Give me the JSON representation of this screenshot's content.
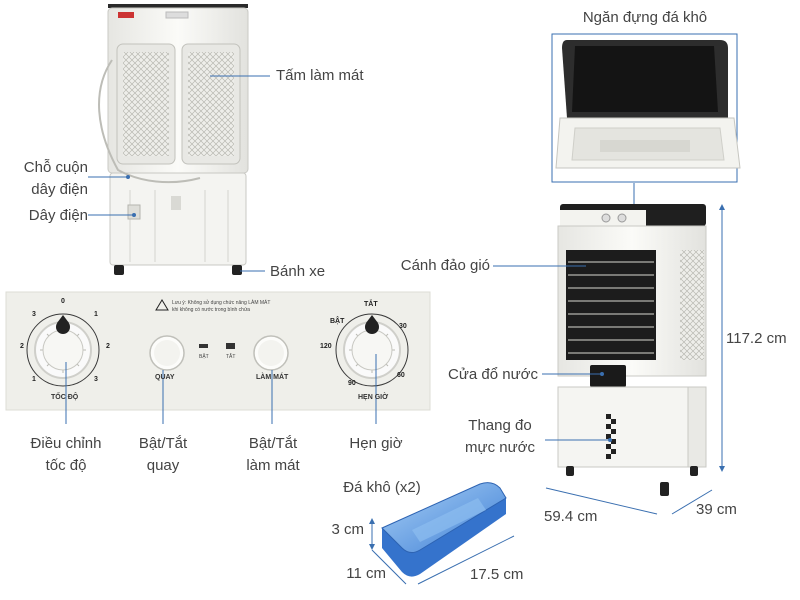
{
  "labels": {
    "cooling_pad": "Tấm làm mát",
    "cord_winder_1": "Chỗ cuộn",
    "cord_winder_2": "dây điện",
    "power_cord": "Dây điện",
    "wheels": "Bánh xe",
    "ice_compartment": "Ngăn đựng đá khô",
    "louvers": "Cánh đảo gió",
    "height": "117.2 cm",
    "water_inlet": "Cửa đổ nước",
    "gauge_1": "Thang đo",
    "gauge_2": "mực nước",
    "width": "59.4 cm",
    "depth": "39 cm",
    "speed_1": "Điều chỉnh",
    "speed_2": "tốc độ",
    "swing_1": "Bật/Tắt",
    "swing_2": "quay",
    "cool_1": "Bật/Tắt",
    "cool_2": "làm mát",
    "timer": "Hẹn giờ",
    "ice_pack": "Đá khô (x2)",
    "ice_h": "3 cm",
    "ice_w": "11 cm",
    "ice_l": "17.5 cm"
  },
  "panel": {
    "warning_1": "Lưu ý: Không sử dụng chức năng LÀM MÁT",
    "warning_2": "khi không có nước trong bình chứa",
    "speed_caption": "TỐC ĐỘ",
    "swing_caption": "QUAY",
    "cool_caption": "LÀM MÁT",
    "timer_caption": "HẸN GIỜ",
    "on": "BẬT",
    "off": "TẮT",
    "speed_marks": [
      "0",
      "1",
      "2",
      "3",
      "3",
      "2",
      "1"
    ],
    "timer_marks": [
      "BẬT",
      "TẮT",
      "30",
      "60",
      "90",
      "120"
    ]
  },
  "colors": {
    "label_text": "#444444",
    "leader": "#3a6fb0",
    "body": "#f2f2ef",
    "ice_pack": "#6aa4e6"
  }
}
